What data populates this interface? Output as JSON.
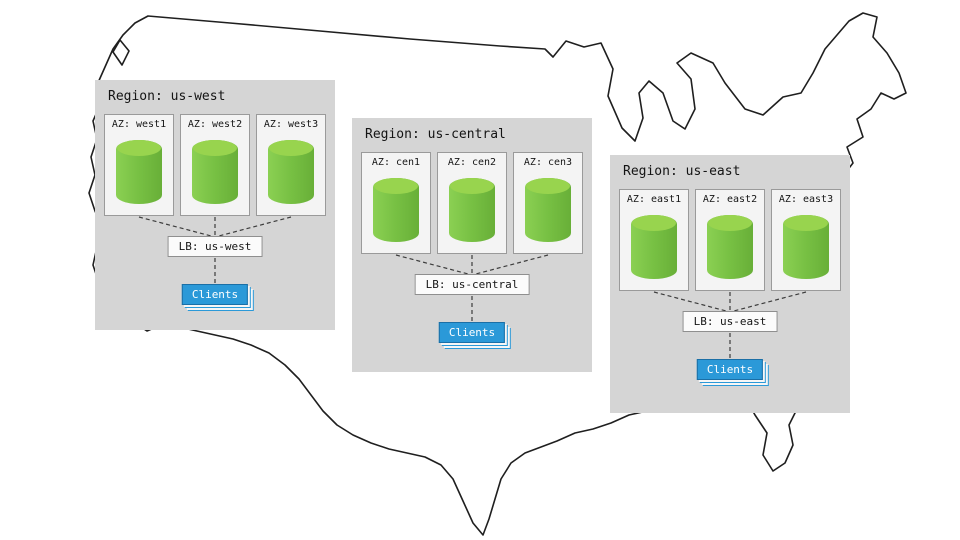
{
  "icons": {
    "background_map": "us-map-outline",
    "az_storage": "database-cylinder",
    "clients_stack": "stacked-cards"
  },
  "regions": [
    {
      "title": "Region: us-west",
      "azs": [
        {
          "label": "AZ: west1"
        },
        {
          "label": "AZ: west2"
        },
        {
          "label": "AZ: west3"
        }
      ],
      "lb": "LB: us-west",
      "clients": "Clients"
    },
    {
      "title": "Region: us-central",
      "azs": [
        {
          "label": "AZ: cen1"
        },
        {
          "label": "AZ: cen2"
        },
        {
          "label": "AZ: cen3"
        }
      ],
      "lb": "LB: us-central",
      "clients": "Clients"
    },
    {
      "title": "Region: us-east",
      "azs": [
        {
          "label": "AZ: east1"
        },
        {
          "label": "AZ: east2"
        },
        {
          "label": "AZ: east3"
        }
      ],
      "lb": "LB: us-east",
      "clients": "Clients"
    }
  ],
  "colors": {
    "region_bg": "#d5d5d5",
    "az_bg": "#f4f4f4",
    "az_border": "#9a9a9a",
    "cylinder_body": "#77c043",
    "cylinder_top": "#98d44e",
    "lb_bg": "#fbfbfb",
    "clients_blue": "#2b99d8",
    "clients_text": "#ffffff",
    "map_outline": "#1f1f1f",
    "connector": "#3c3c3c"
  }
}
